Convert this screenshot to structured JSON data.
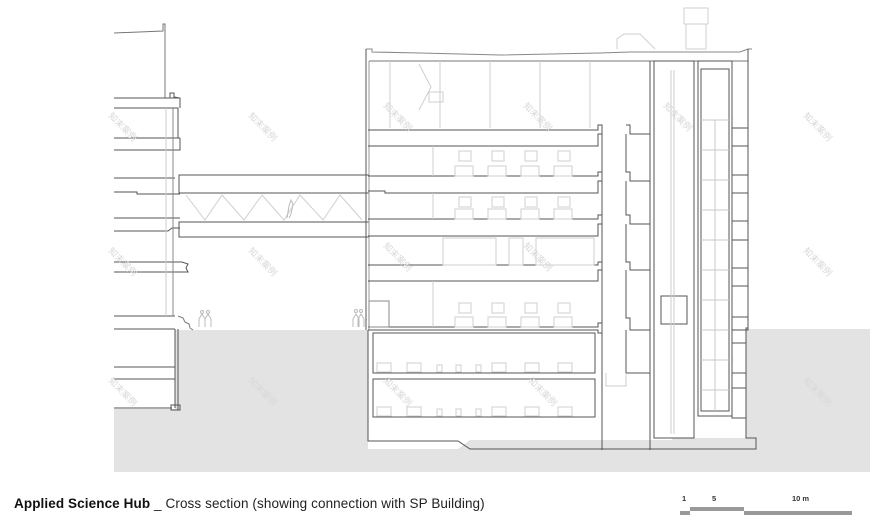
{
  "caption": {
    "title": "Applied Science Hub",
    "separator": " _ ",
    "subtitle": "Cross section (showing connection with SP Building)"
  },
  "scale_bar": {
    "labels": [
      "1",
      "5",
      "10 m"
    ],
    "color": "#999999"
  },
  "drawing": {
    "type": "architectural cross section",
    "buildings": [
      "SP Building (left)",
      "Applied Science Hub (right)"
    ],
    "connection": "elevated truss bridge between buildings",
    "ground_fill_color": "#e3e3e3",
    "line_color": "#555555",
    "light_line_color": "#cfcfcf"
  },
  "watermark": {
    "text": "知末案例"
  }
}
